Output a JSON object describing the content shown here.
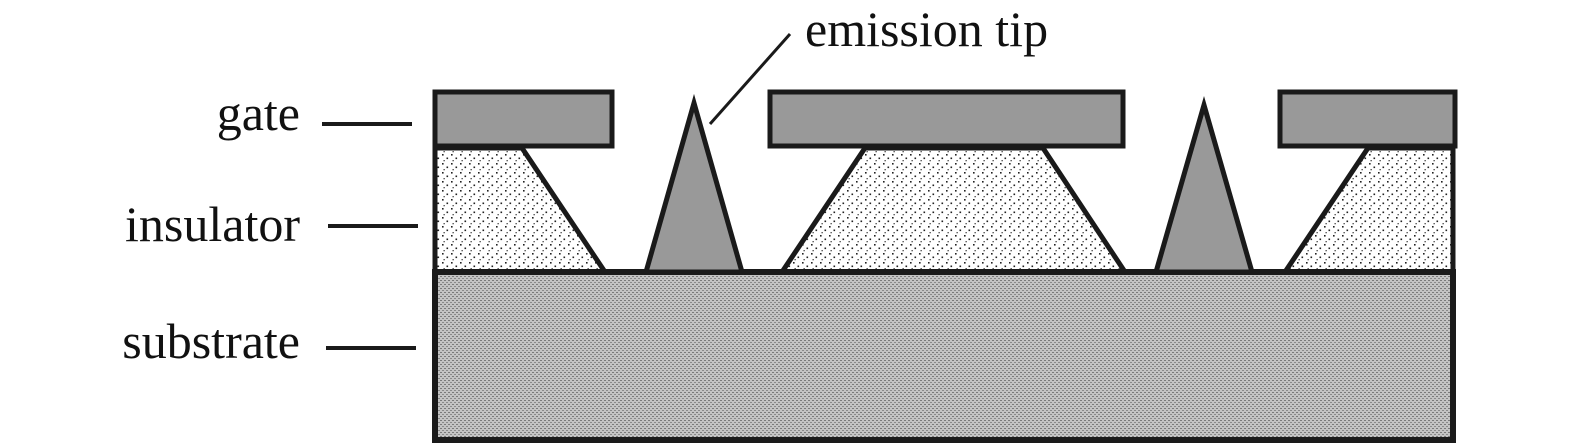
{
  "labels": {
    "emission_tip": "emission tip",
    "gate": "gate",
    "insulator": "insulator",
    "substrate": "substrate"
  },
  "colors": {
    "gate_fill": "#999999",
    "tip_fill": "#999999",
    "insulator_dots": "#222222",
    "substrate_fill": "#b5b5b5",
    "outline": "#1a1a1a",
    "background": "#ffffff"
  }
}
